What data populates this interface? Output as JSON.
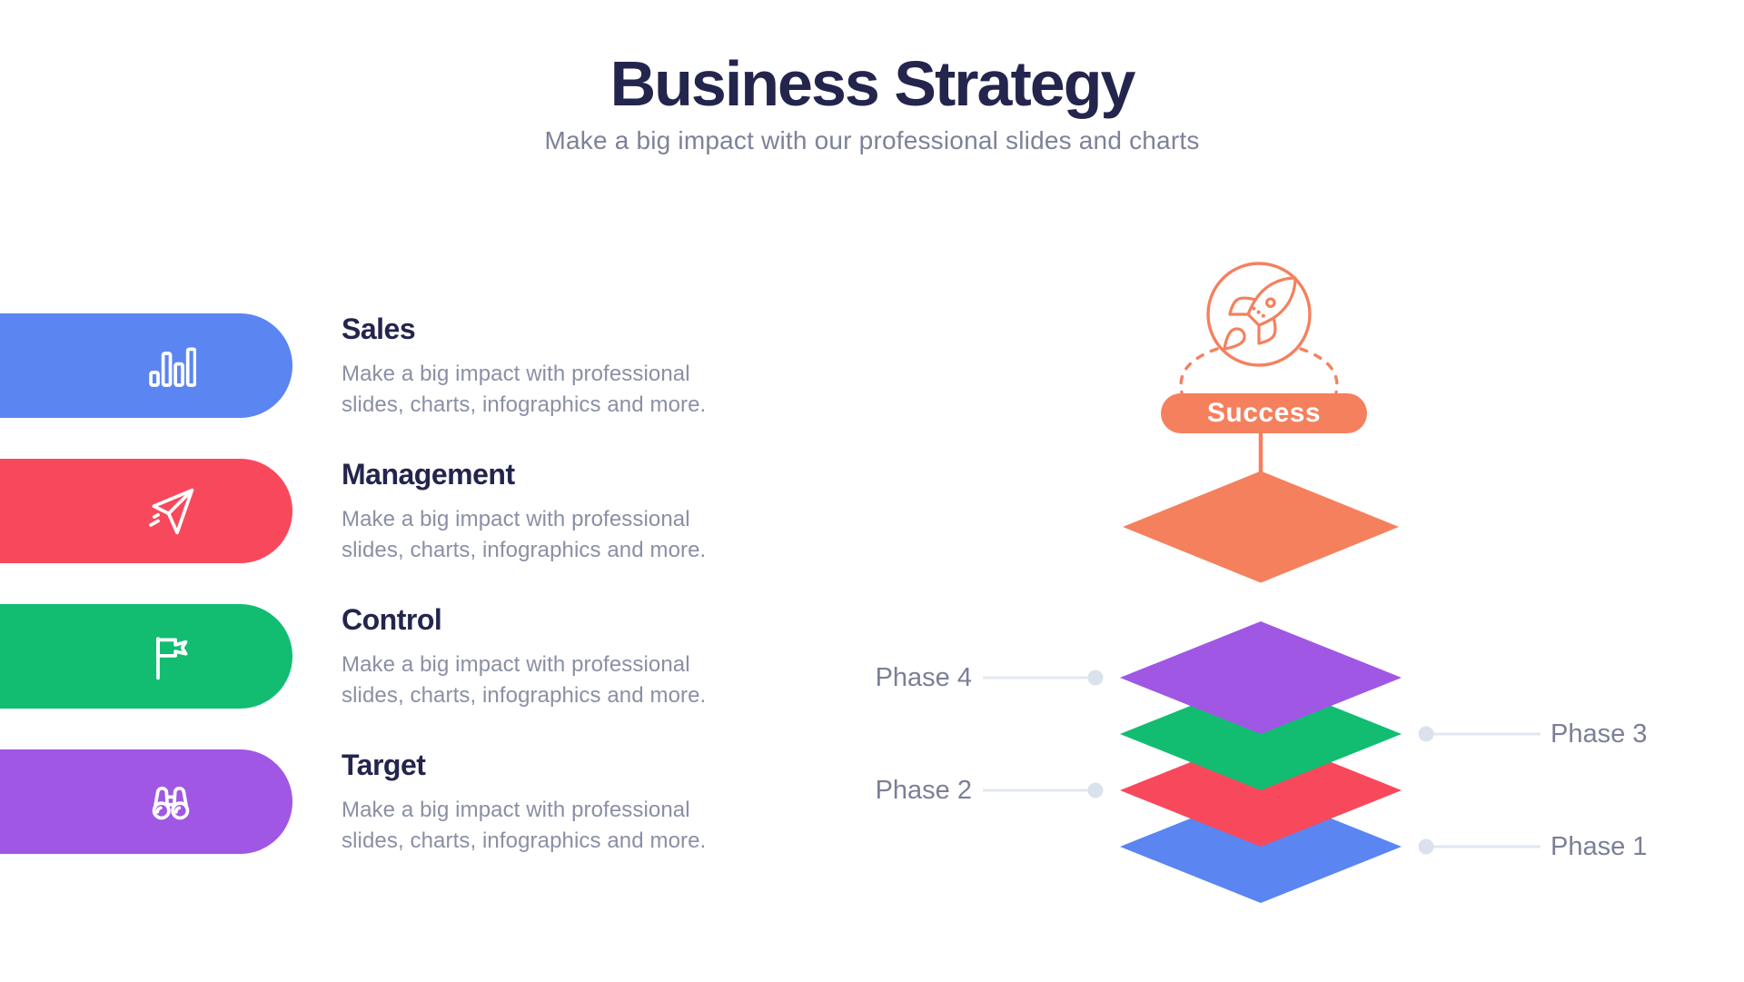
{
  "header": {
    "title": "Business Strategy",
    "subtitle": "Make a big impact with our professional slides and charts"
  },
  "features": [
    {
      "title": "Sales",
      "description": "Make a big impact with professional slides, charts, infographics and more.",
      "color": "#5B85F1",
      "icon": "bar-chart-icon"
    },
    {
      "title": "Management",
      "description": "Make a big impact with professional slides, charts, infographics and more.",
      "color": "#F8485C",
      "icon": "paper-plane-icon"
    },
    {
      "title": "Control",
      "description": "Make a big impact with professional slides, charts, infographics and more.",
      "color": "#12BD72",
      "icon": "flag-icon"
    },
    {
      "title": "Target",
      "description": "Make a big impact with professional slides, charts, infographics and more.",
      "color": "#A057E4",
      "icon": "binoculars-icon"
    }
  ],
  "diagram": {
    "success_label": "Success",
    "accent_color": "#F5805E",
    "top_icon": "rocket-icon",
    "connector_line_color": "#E2E7F0",
    "connector_dot_color": "#DBE1ED",
    "phases": [
      {
        "label": "Phase 4",
        "side": "left",
        "color": "#A057E4"
      },
      {
        "label": "Phase 3",
        "side": "right",
        "color": "#12BD72"
      },
      {
        "label": "Phase 2",
        "side": "left",
        "color": "#F8485C"
      },
      {
        "label": "Phase 1",
        "side": "right",
        "color": "#5B85F1"
      }
    ]
  }
}
